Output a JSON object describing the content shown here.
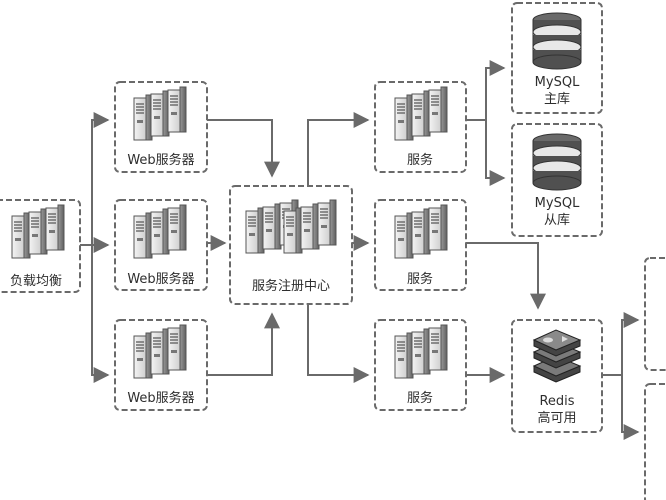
{
  "nodes": {
    "lb": {
      "label": "负载均衡"
    },
    "web1": {
      "label": "Web服务器"
    },
    "web2": {
      "label": "Web服务器"
    },
    "web3": {
      "label": "Web服务器"
    },
    "registry": {
      "label": "服务注册中心"
    },
    "svc1": {
      "label": "服务"
    },
    "svc2": {
      "label": "服务"
    },
    "svc3": {
      "label": "服务"
    },
    "mysql_master": {
      "line1": "MySQL",
      "line2": "主库"
    },
    "mysql_slave": {
      "line1": "MySQL",
      "line2": "从库"
    },
    "redis": {
      "line1": "Redis",
      "line2": "高可用"
    }
  },
  "colors": {
    "stroke": "#6a6a6a",
    "server_light": "#e9e9e9",
    "server_dark": "#8a8a8a",
    "db_dark": "#505050"
  },
  "icons": {
    "server": "server-rack-icon",
    "database": "database-icon",
    "redis": "redis-stack-icon"
  }
}
